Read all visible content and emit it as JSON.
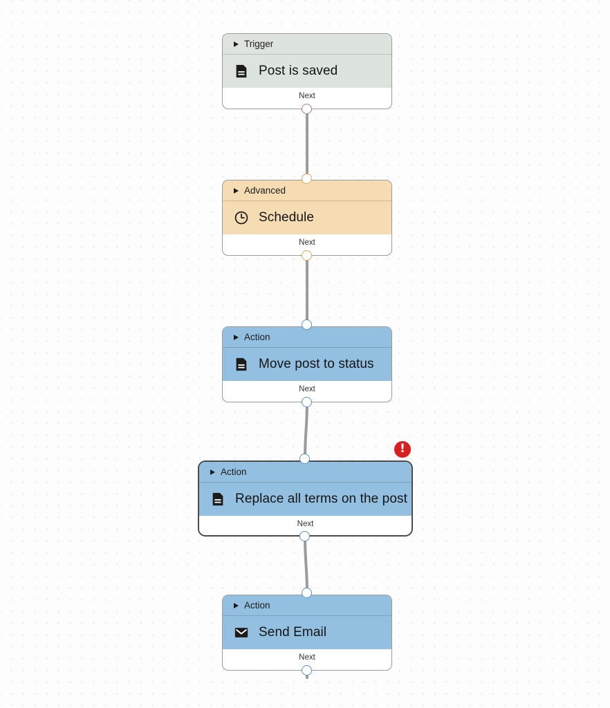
{
  "canvas": {
    "background_color": "#fdfdfd",
    "grid_dot_color": "#e3e3e3",
    "grid_spacing": "17px"
  },
  "workflow": {
    "next_label": "Next",
    "nodes": [
      {
        "id": "trigger-post-is-saved",
        "kind_label": "Trigger",
        "title": "Post is saved",
        "icon": "document-icon",
        "theme": "trigger",
        "color": "#dde4dd",
        "port_color": "#a477ab",
        "selected": false,
        "has_error": false
      },
      {
        "id": "advanced-schedule",
        "kind_label": "Advanced",
        "title": "Schedule",
        "icon": "clock-icon",
        "theme": "advanced",
        "color": "#f5dcb3",
        "port_color": "#d9a85b",
        "selected": false,
        "has_error": false
      },
      {
        "id": "action-move-post-to-status",
        "kind_label": "Action",
        "title": "Move post to status",
        "icon": "document-icon",
        "theme": "action",
        "color": "#93c0e0",
        "port_color": "#5b93c4",
        "selected": false,
        "has_error": false
      },
      {
        "id": "action-replace-all-terms-on-the-post",
        "kind_label": "Action",
        "title": "Replace all terms on the post",
        "icon": "document-icon",
        "theme": "action",
        "color": "#93c0e0",
        "port_color": "#5b93c4",
        "selected": true,
        "has_error": true,
        "error_icon": "error-exclamation-icon",
        "error_color": "#d91f1f"
      },
      {
        "id": "action-send-email",
        "kind_label": "Action",
        "title": "Send Email",
        "icon": "envelope-icon",
        "theme": "action",
        "color": "#93c0e0",
        "port_color": "#5b93c4",
        "selected": false,
        "has_error": false
      }
    ]
  }
}
